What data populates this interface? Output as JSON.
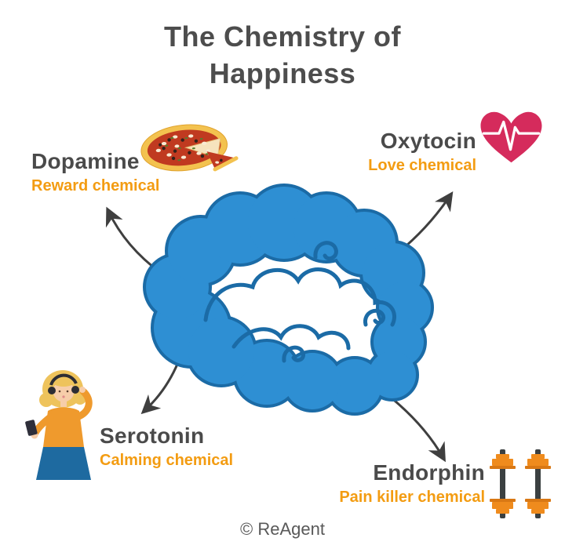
{
  "title": {
    "line1": "The Chemistry of",
    "line2": "Happiness"
  },
  "chemicals": {
    "dopamine": {
      "name": "Dopamine",
      "tagline": "Reward chemical",
      "icon": "pizza-icon"
    },
    "oxytocin": {
      "name": "Oxytocin",
      "tagline": "Love chemical",
      "icon": "heart-pulse-icon"
    },
    "serotonin": {
      "name": "Serotonin",
      "tagline": "Calming chemical",
      "icon": "person-listening-music-icon"
    },
    "endorphin": {
      "name": "Endorphin",
      "tagline": "Pain killer chemical",
      "icon": "dumbbells-icon"
    }
  },
  "center": {
    "icon": "brain-icon"
  },
  "footer": {
    "copyright": "© ReAgent"
  },
  "colors": {
    "text_dark": "#4a4a4a",
    "accent_orange": "#f39c12",
    "brain_blue": "#2e8fd3",
    "brain_outline": "#1b6ba6",
    "heart_pink": "#d52b5c",
    "arrow_gray": "#3f3f3f"
  }
}
